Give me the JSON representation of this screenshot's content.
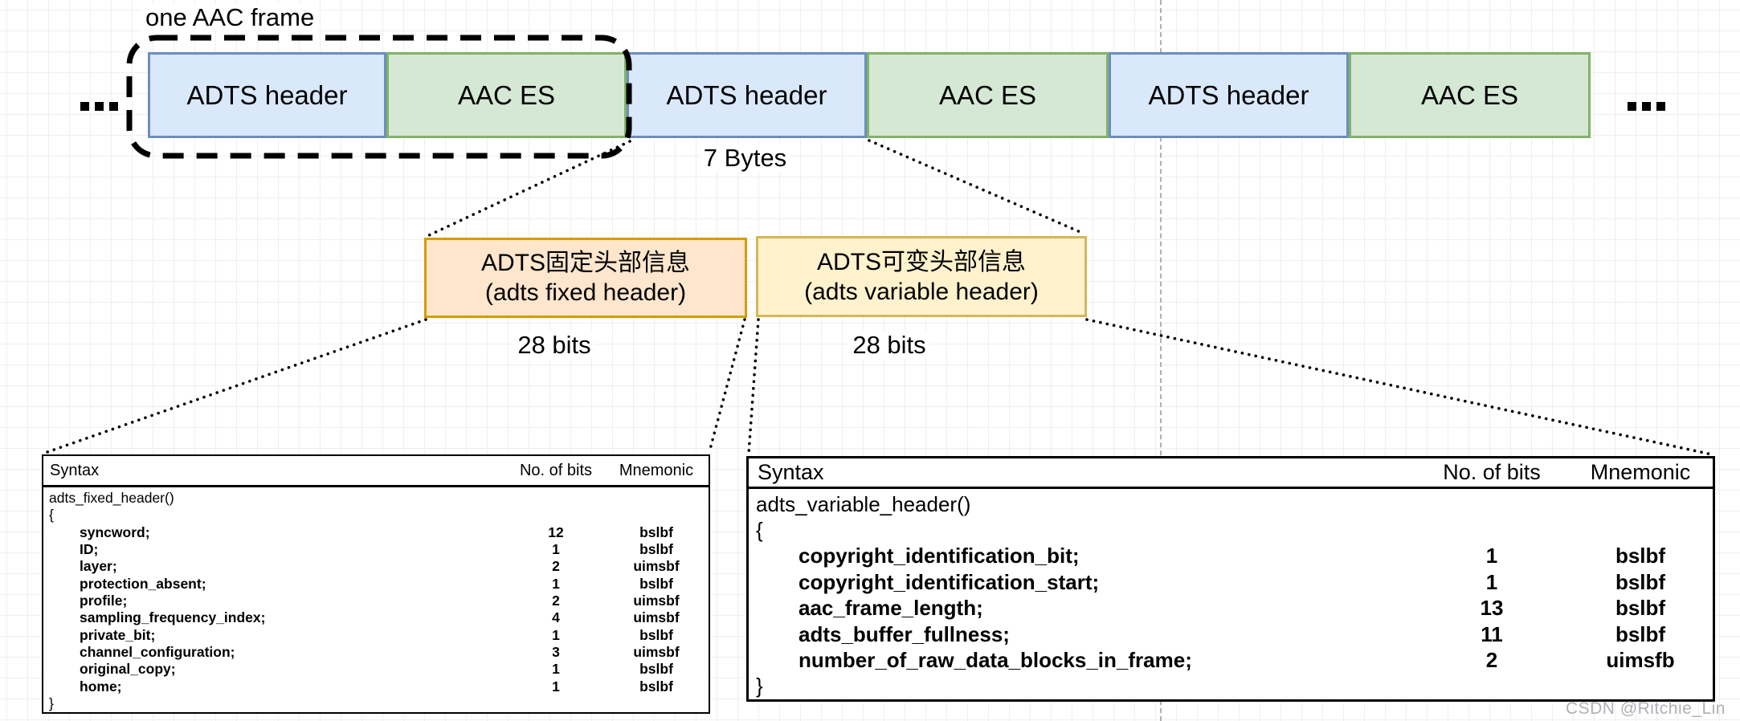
{
  "diagram": {
    "frame_label": "one AAC frame",
    "bytes_label": "7 Bytes",
    "ellipsis_left": "...",
    "ellipsis_right": "...",
    "segments": [
      {
        "label": "ADTS header",
        "type": "adts-header"
      },
      {
        "label": "AAC ES",
        "type": "aac-es"
      },
      {
        "label": "ADTS header",
        "type": "adts-header"
      },
      {
        "label": "AAC ES",
        "type": "aac-es"
      },
      {
        "label": "ADTS header",
        "type": "adts-header"
      },
      {
        "label": "AAC ES",
        "type": "aac-es"
      }
    ],
    "fixed_header_box": {
      "line1": "ADTS固定头部信息",
      "line2": "(adts fixed header)",
      "bits_label": "28 bits"
    },
    "variable_header_box": {
      "line1": "ADTS可变头部信息",
      "line2": "(adts variable header)",
      "bits_label": "28 bits"
    },
    "colors": {
      "adts_header_fill": "#dae8fc",
      "adts_header_stroke": "#6c8ebf",
      "aac_es_fill": "#d5e8d4",
      "aac_es_stroke": "#82b366",
      "fixed_header_fill": "#ffe6cc",
      "fixed_header_stroke": "#d79b00",
      "variable_header_fill": "#fff2cc",
      "variable_header_stroke": "#d6b656"
    }
  },
  "fixed_table": {
    "columns": [
      "Syntax",
      "No. of bits",
      "Mnemonic"
    ],
    "rows": [
      {
        "syntax": "adts_fixed_header()",
        "bits": "",
        "mnemonic": "",
        "bold": false,
        "indent": false
      },
      {
        "syntax": "{",
        "bits": "",
        "mnemonic": "",
        "bold": false,
        "indent": false
      },
      {
        "syntax": "syncword;",
        "bits": "12",
        "mnemonic": "bslbf",
        "bold": true,
        "indent": true
      },
      {
        "syntax": "ID;",
        "bits": "1",
        "mnemonic": "bslbf",
        "bold": true,
        "indent": true
      },
      {
        "syntax": "layer;",
        "bits": "2",
        "mnemonic": "uimsbf",
        "bold": true,
        "indent": true
      },
      {
        "syntax": "protection_absent;",
        "bits": "1",
        "mnemonic": "bslbf",
        "bold": true,
        "indent": true
      },
      {
        "syntax": "profile;",
        "bits": "2",
        "mnemonic": "uimsbf",
        "bold": true,
        "indent": true
      },
      {
        "syntax": "sampling_frequency_index;",
        "bits": "4",
        "mnemonic": "uimsbf",
        "bold": true,
        "indent": true
      },
      {
        "syntax": "private_bit;",
        "bits": "1",
        "mnemonic": "bslbf",
        "bold": true,
        "indent": true
      },
      {
        "syntax": "channel_configuration;",
        "bits": "3",
        "mnemonic": "uimsbf",
        "bold": true,
        "indent": true
      },
      {
        "syntax": "original_copy;",
        "bits": "1",
        "mnemonic": "bslbf",
        "bold": true,
        "indent": true
      },
      {
        "syntax": "home;",
        "bits": "1",
        "mnemonic": "bslbf",
        "bold": true,
        "indent": true
      },
      {
        "syntax": "}",
        "bits": "",
        "mnemonic": "",
        "bold": false,
        "indent": false
      }
    ]
  },
  "variable_table": {
    "columns": [
      "Syntax",
      "No. of bits",
      "Mnemonic"
    ],
    "rows": [
      {
        "syntax": "adts_variable_header()",
        "bits": "",
        "mnemonic": "",
        "bold": false,
        "indent": false
      },
      {
        "syntax": "{",
        "bits": "",
        "mnemonic": "",
        "bold": false,
        "indent": false
      },
      {
        "syntax": "copyright_identification_bit;",
        "bits": "1",
        "mnemonic": "bslbf",
        "bold": true,
        "indent": true
      },
      {
        "syntax": "copyright_identification_start;",
        "bits": "1",
        "mnemonic": "bslbf",
        "bold": true,
        "indent": true
      },
      {
        "syntax": "aac_frame_length;",
        "bits": "13",
        "mnemonic": "bslbf",
        "bold": true,
        "indent": true
      },
      {
        "syntax": "adts_buffer_fullness;",
        "bits": "11",
        "mnemonic": "bslbf",
        "bold": true,
        "indent": true
      },
      {
        "syntax": "number_of_raw_data_blocks_in_frame;",
        "bits": "2",
        "mnemonic": "uimsfb",
        "bold": true,
        "indent": true
      },
      {
        "syntax": "}",
        "bits": "",
        "mnemonic": "",
        "bold": false,
        "indent": false
      }
    ]
  },
  "watermark": "CSDN @Ritchie_Lin"
}
